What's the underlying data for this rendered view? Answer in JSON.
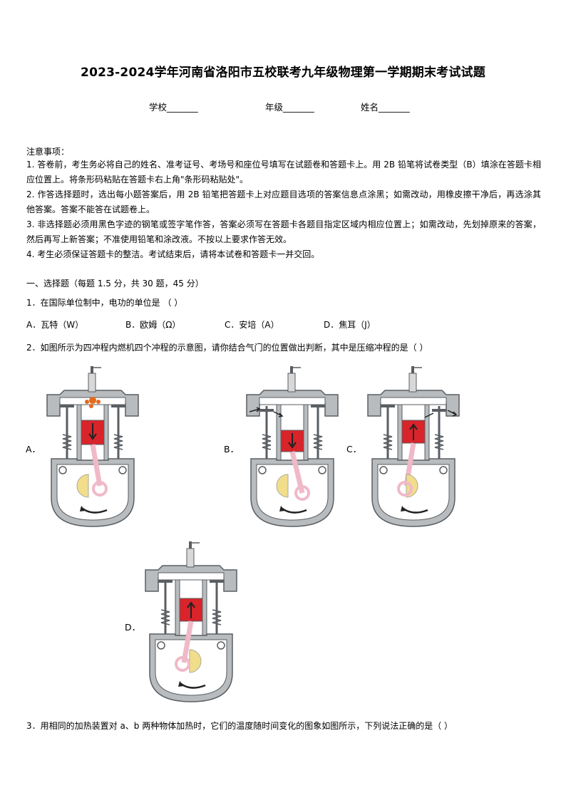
{
  "title": "2023-2024学年河南省洛阳市五校联考九年级物理第一学期期末考试试题",
  "info": {
    "school": "学校_______",
    "grade": "年级_______",
    "name": "姓名_______"
  },
  "notice": {
    "heading": "注意事项：",
    "items": [
      "1. 答卷前，考生务必将自己的姓名、准考证号、考场号和座位号填写在试题卷和答题卡上。用 2B 铅笔将试卷类型（B）填涂在答题卡相应位置上。将条形码粘贴在答题卡右上角\"条形码粘贴处\"。",
      "2. 作答选择题时，选出每小题答案后，用 2B 铅笔把答题卡上对应题目选项的答案信息点涂黑；如需改动，用橡皮擦干净后，再选涂其他答案。答案不能答在试题卷上。",
      "3. 非选择题必须用黑色字迹的钢笔或签字笔作答，答案必须写在答题卡各题目指定区域内相应位置上；如需改动，先划掉原来的答案，然后再写上新答案；不准使用铅笔和涂改液。不按以上要求作答无效。",
      "4. 考生必须保证答题卡的整洁。考试结束后，请将本试卷和答题卡一并交回。"
    ]
  },
  "section1": "一、选择题（每题 1.5 分，共 30 题，45 分）",
  "q1": {
    "stem": "1．在国际单位制中，电功的单位是 （   ）",
    "options": [
      "A．瓦特（W）",
      "B．欧姆（Ω）",
      "C．安培（A）",
      "D．焦耳（J）"
    ]
  },
  "q2": {
    "stem": "2．如图所示为四冲程内燃机四个冲程的示意图，请你结合气门的位置做出判断，其中是压缩冲程的是（      ）",
    "labels": [
      "A．",
      "B．",
      "C．",
      "D．"
    ]
  },
  "q3": {
    "stem": "3．用相同的加热装置对 a、b 两种物体加热时，它们的温度随时间变化的图象如图所示，下列说法正确的是（    ）"
  },
  "colors": {
    "metal": "#b9bcbe",
    "metal_dark": "#5a5e62",
    "piston": "#d8242a",
    "rod": "#f0b9c8",
    "crank": "#f1dd8a",
    "spark": "#e36a1e"
  }
}
